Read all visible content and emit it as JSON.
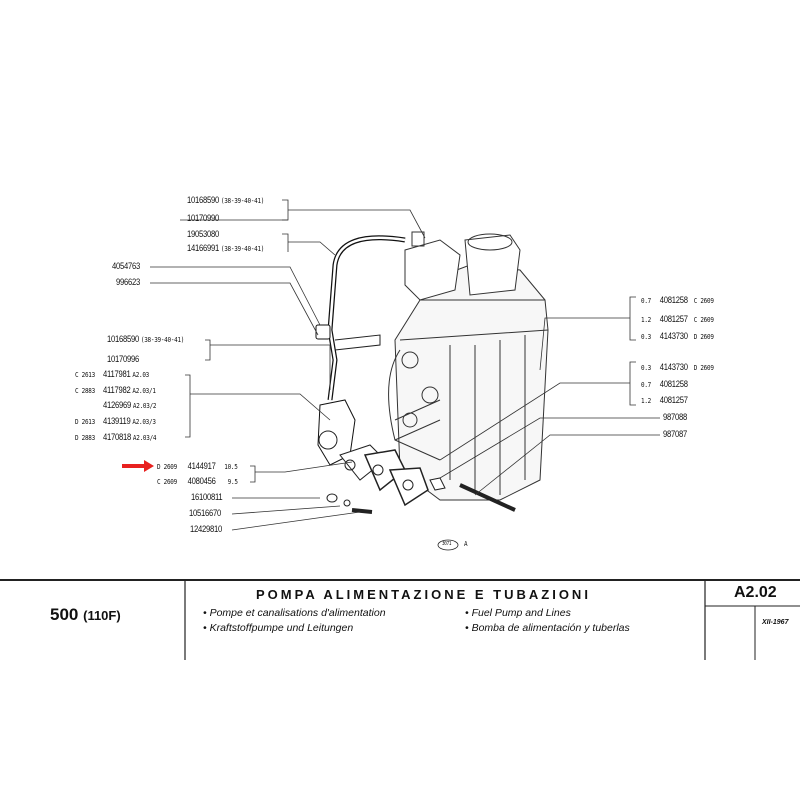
{
  "left_labels": {
    "g1": [
      {
        "part": "10168590",
        "note": "(38-39-40-41)"
      },
      {
        "part": "10170990",
        "note": ""
      }
    ],
    "g2": [
      {
        "part": "19053080",
        "note": ""
      },
      {
        "part": "14166991",
        "note": "(38-39-40-41)"
      }
    ],
    "single1": [
      "4054763",
      "996623"
    ],
    "g3": [
      {
        "part": "10168590",
        "note": "(38-39-40-41)"
      },
      {
        "part": "10170996",
        "note": ""
      }
    ],
    "g4": [
      {
        "code": "C 2613",
        "part": "4117981",
        "ref": "A2.03"
      },
      {
        "code": "C 2883",
        "part": "4117982",
        "ref": "A2.03/1"
      },
      {
        "code": "",
        "part": "4126969",
        "ref": "A2.03/2"
      },
      {
        "code": "D 2613",
        "part": "4139119",
        "ref": "A2.03/3"
      },
      {
        "code": "D 2883",
        "part": "4170818",
        "ref": "A2.03/4"
      }
    ],
    "g5": [
      {
        "code": "D 2609",
        "part": "4144917",
        "size": "10.5"
      },
      {
        "code": "C 2609",
        "part": "4080456",
        "size": "9.5"
      }
    ],
    "single2": [
      "16100811",
      "10516670",
      "12429810"
    ]
  },
  "right_labels": {
    "g1": [
      {
        "thick": "0.7",
        "part": "4081258",
        "code": "C 2609"
      },
      {
        "thick": "1.2",
        "part": "4081257",
        "code": "C 2609"
      },
      {
        "thick": "0.3",
        "part": "4143730",
        "code": "D 2609"
      }
    ],
    "g2": [
      {
        "thick": "0.3",
        "part": "4143730",
        "code": "D 2609"
      },
      {
        "thick": "0.7",
        "part": "4081258",
        "code": ""
      },
      {
        "thick": "1.2",
        "part": "4081257",
        "code": ""
      }
    ],
    "single": [
      "987088",
      "987087"
    ]
  },
  "figure_ref": {
    "num": "3071",
    "letter": "A"
  },
  "highlight_color": "#e8211f",
  "footer": {
    "model": "500",
    "model_sub": "(110F)",
    "title": "POMPA ALIMENTAZIONE E TUBAZIONI",
    "fr": "• Pompe et canalisations d'alimentation",
    "de": "• Kraftstoffpumpe und Leitungen",
    "en": "• Fuel Pump and Lines",
    "es": "• Bomba de alimentación y tuberlas",
    "code": "A2.02",
    "date": "XII-1967"
  }
}
